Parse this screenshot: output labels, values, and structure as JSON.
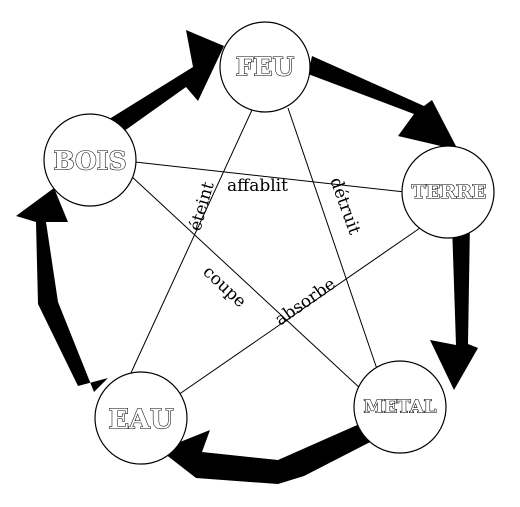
{
  "nodes": {
    "feu": "FEU",
    "terre": "TERRE",
    "metal": "METAL",
    "eau": "EAU",
    "bois": "BOIS"
  },
  "relations": {
    "bois_feu": "affablit",
    "eau_feu": "éteint",
    "feu_metal": "détruit",
    "metal_bois": "coupe",
    "terre_eau": "absorbe"
  },
  "colors": {
    "ink": "#000000",
    "fill": "#ffffff"
  }
}
